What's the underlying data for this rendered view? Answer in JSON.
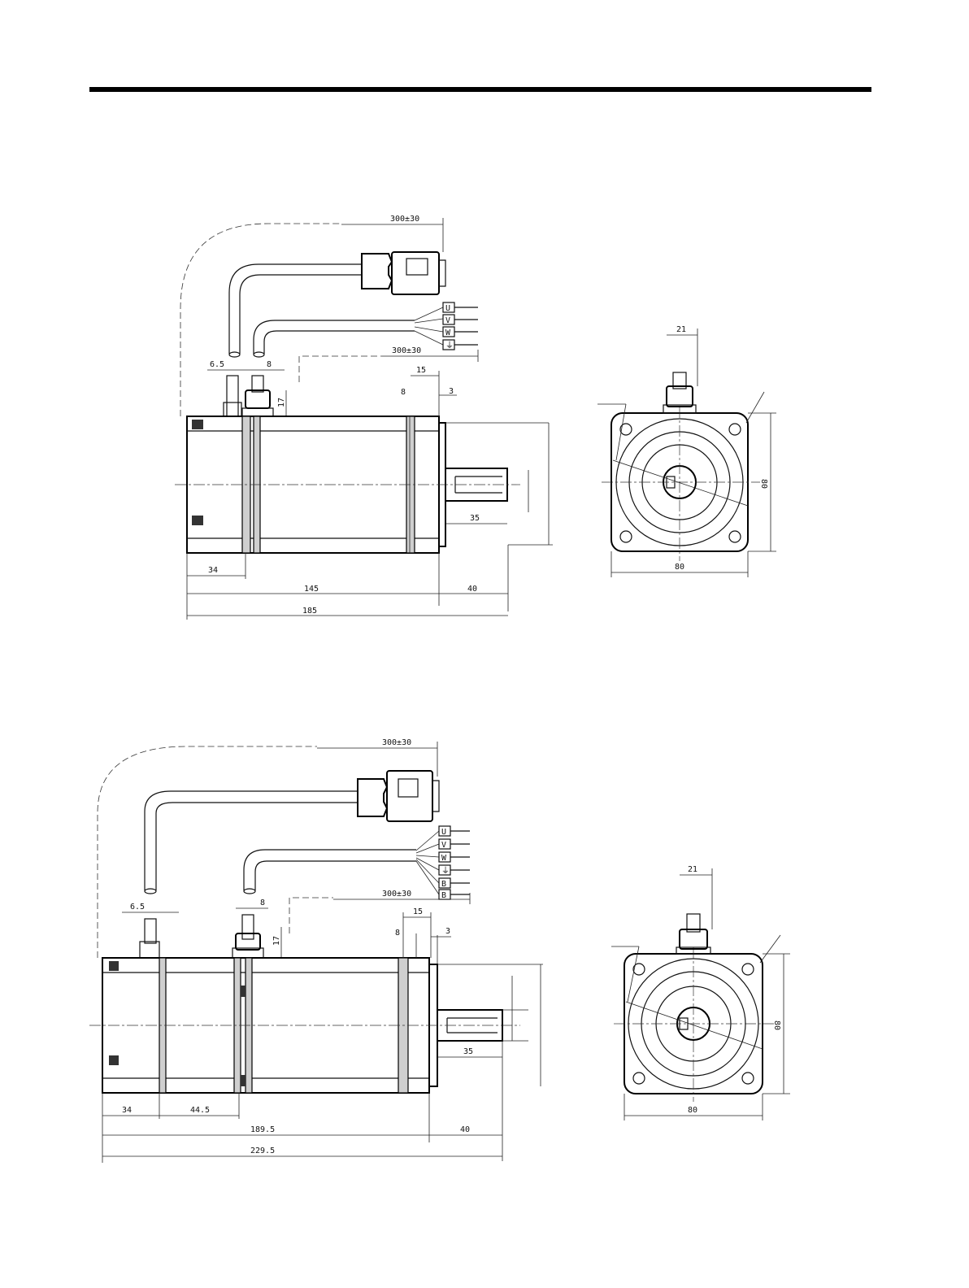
{
  "drawing_top": {
    "side_view": {
      "cable_length_encoder": "300±30",
      "cable_length_power": "300±30",
      "power_terminals": [
        "U",
        "V",
        "W",
        "⏚"
      ],
      "dim_cable_offset_left": "6.5",
      "dim_cable_offset_right": "8",
      "dim_height_stub": "17",
      "dim_flange_thickness": "15",
      "dim_flange_step": "3",
      "dim_flange_gap": "8",
      "dim_shaft_length": "35",
      "dim_rear": "34",
      "dim_body_length": "145",
      "dim_shaft_total": "40",
      "dim_overall_length": "185"
    },
    "front_view": {
      "dim_connector_width": "21",
      "dim_height": "80",
      "dim_width": "80"
    }
  },
  "drawing_bottom": {
    "side_view": {
      "cable_length_encoder": "300±30",
      "cable_length_power": "300±30",
      "power_terminals": [
        "U",
        "V",
        "W",
        "⏚",
        "B",
        "B"
      ],
      "dim_cable_offset_left": "6.5",
      "dim_cable_offset_right": "8",
      "dim_height_stub": "17",
      "dim_flange_thickness": "15",
      "dim_flange_step": "3",
      "dim_flange_gap": "8",
      "dim_shaft_length": "35",
      "dim_rear": "34",
      "dim_brake_section": "44.5",
      "dim_body_length": "189.5",
      "dim_shaft_total": "40",
      "dim_overall_length": "229.5"
    },
    "front_view": {
      "dim_connector_width": "21",
      "dim_height": "80",
      "dim_width": "80"
    }
  }
}
